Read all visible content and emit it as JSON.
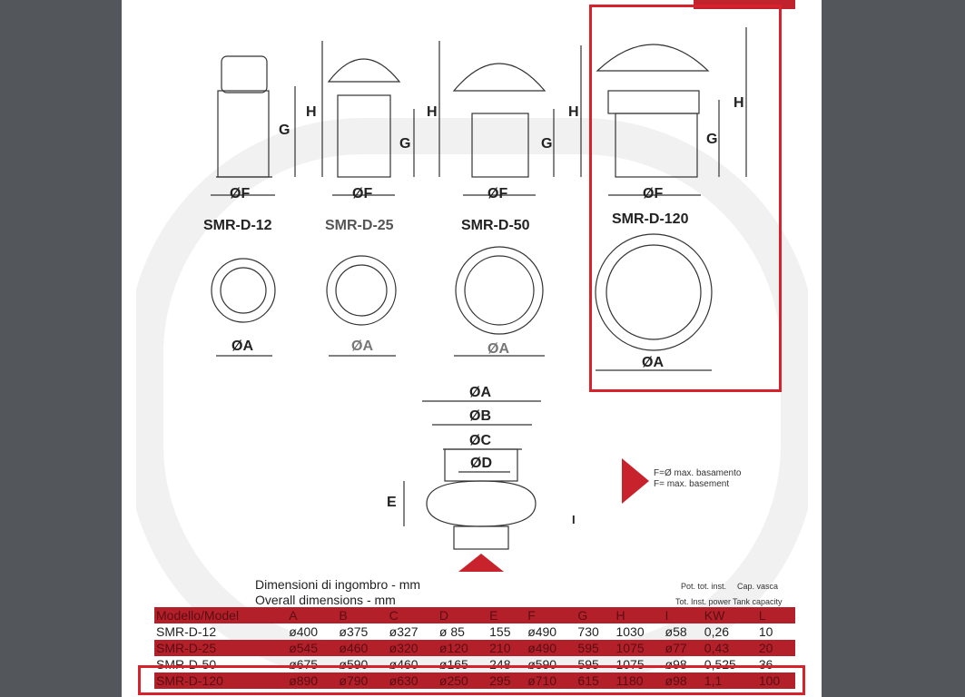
{
  "models": [
    {
      "name": "SMR-D-12",
      "base": "ØF",
      "top": "ØA"
    },
    {
      "name": "SMR-D-25",
      "base": "ØF",
      "top": "ØA"
    },
    {
      "name": "SMR-D-50",
      "base": "ØF",
      "top": "ØA"
    },
    {
      "name": "SMR-D-120",
      "base": "ØF",
      "top": "ØA"
    }
  ],
  "dims": {
    "h": "H",
    "g": "G",
    "a": "ØA",
    "b": "ØB",
    "c": "ØC",
    "d": "ØD",
    "e": "E",
    "i": "I"
  },
  "note": {
    "line1": "F=Ø max. basamento",
    "line2": "F= max.  basement"
  },
  "table": {
    "title_it": "Dimensioni di ingombro - mm",
    "title_en": "Overall dimensions - mm",
    "power_it": "Pot. tot. inst.",
    "tank_it": "Cap. vasca",
    "power_en": "Tot. Inst. power",
    "tank_en": "Tank capacity",
    "headers": [
      "Modello/Model",
      "A",
      "B",
      "C",
      "D",
      "E",
      "F",
      "G",
      "H",
      "I",
      "KW",
      "L"
    ],
    "rows": [
      [
        "SMR-D-12",
        "ø400",
        "ø375",
        "ø327",
        "ø  85",
        "155",
        "ø490",
        "730",
        "1030",
        "ø58",
        "0,26",
        "10"
      ],
      [
        "SMR-D-25",
        "ø545",
        "ø460",
        "ø320",
        "ø120",
        "210",
        "ø490",
        "595",
        "1075",
        "ø77",
        "0,43",
        "20"
      ],
      [
        "SMR-D-50",
        "ø675",
        "ø590",
        "ø460",
        "ø165",
        "248",
        "ø590",
        "595",
        "1075",
        "ø98",
        "0,525",
        "36"
      ],
      [
        "SMR-D-120",
        "ø890",
        "ø790",
        "ø630",
        "ø250",
        "295",
        "ø710",
        "615",
        "1180",
        "ø98",
        "1,1",
        "100"
      ]
    ]
  },
  "colors": {
    "accent": "#d8222b",
    "row": "#b3202a"
  }
}
